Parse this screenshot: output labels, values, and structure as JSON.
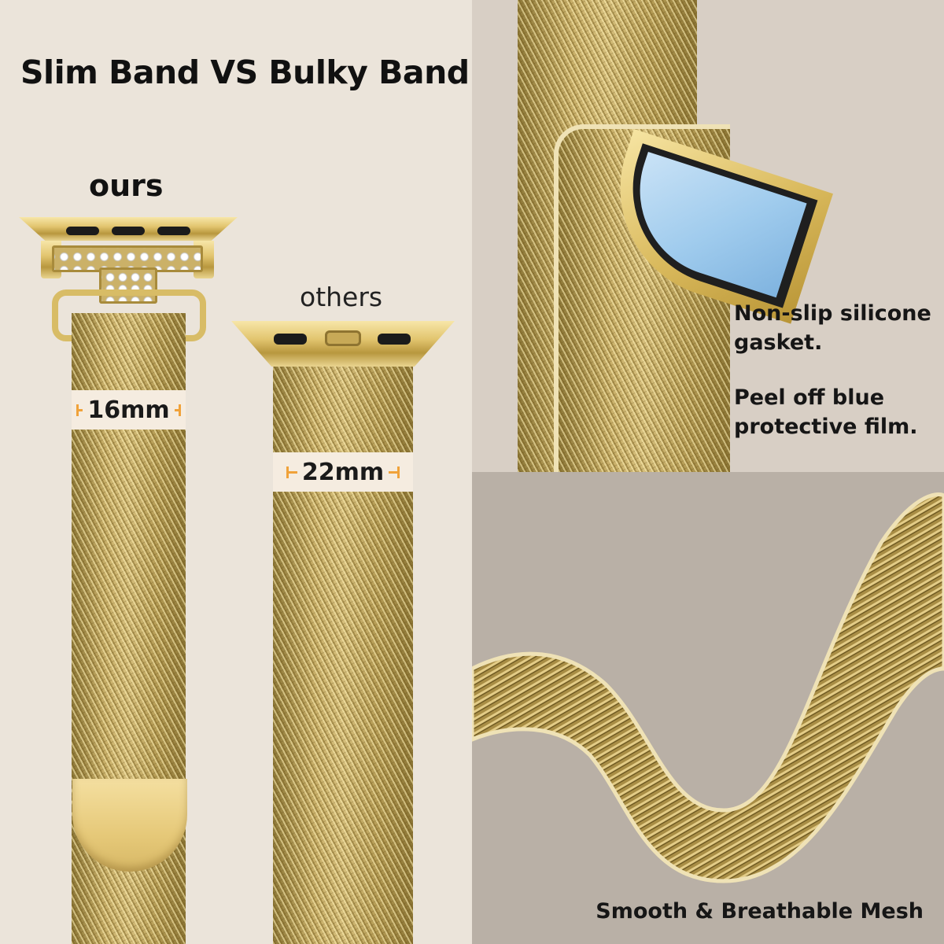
{
  "headline": "Slim Band VS Bulky Band",
  "ours": {
    "label": "ours",
    "width_label": "16mm"
  },
  "others": {
    "label": "others",
    "width_label": "22mm"
  },
  "features": {
    "gasket_line1": "Non-slip silicone",
    "gasket_line2": "gasket.",
    "film_line1": "Peel off blue",
    "film_line2": "protective film."
  },
  "mesh_caption": "Smooth & Breathable Mesh",
  "colors": {
    "accent_orange": "#f0a23a",
    "film_blue": "#9fcbed",
    "gold": "#d6bf7c"
  }
}
